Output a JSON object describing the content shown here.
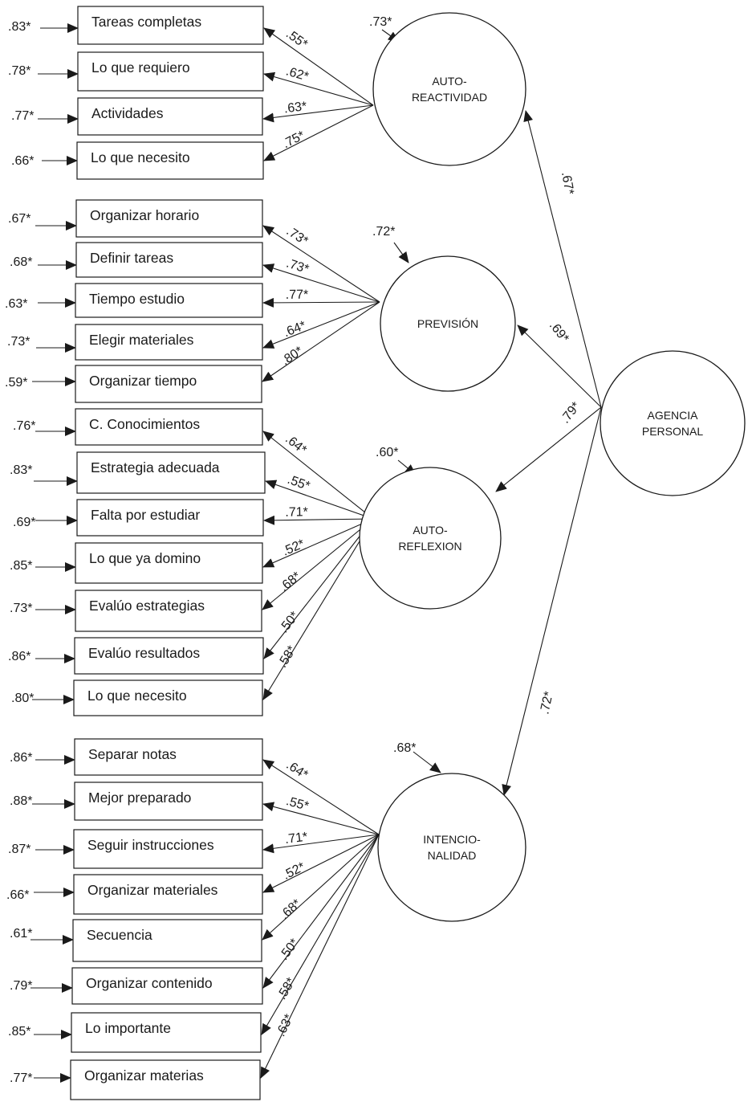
{
  "figure": {
    "type": "structural-equation-model",
    "latent_root": {
      "id": "agencia",
      "label_lines": [
        "AGENCIA",
        "PERSONAL"
      ]
    },
    "factors": [
      {
        "id": "autoreactividad",
        "label_lines": [
          "AUTO-",
          "REACTIVIDAD"
        ],
        "residual": ".73*",
        "path_from_root": ".67*",
        "indicators": [
          {
            "label": "Tareas completas",
            "error": ".83*",
            "loading": ".55*"
          },
          {
            "label": "Lo que requiero",
            "error": ".78*",
            "loading": ".62*"
          },
          {
            "label": "Actividades",
            "error": ".77*",
            "loading": ".63*"
          },
          {
            "label": "Lo que necesito",
            "error": ".66*",
            "loading": ".75*"
          }
        ]
      },
      {
        "id": "prevision",
        "label_lines": [
          "PREVISIÓN"
        ],
        "residual": ".72*",
        "path_from_root": ".69*",
        "indicators": [
          {
            "label": "Organizar horario",
            "error": ".67*",
            "loading": ".73*"
          },
          {
            "label": "Definir tareas",
            "error": ".68*",
            "loading": ".73*"
          },
          {
            "label": "Tiempo estudio",
            "error": ".63*",
            "loading": ".77*"
          },
          {
            "label": "Elegir materiales",
            "error": ".73*",
            "loading": ".64*"
          },
          {
            "label": "Organizar tiempo",
            "error": ".59*",
            "loading": ".80*"
          }
        ]
      },
      {
        "id": "autoreflexion",
        "label_lines": [
          "AUTO-",
          "REFLEXION"
        ],
        "residual": ".60*",
        "path_from_root": ".79*",
        "indicators": [
          {
            "label": "C. Conocimientos",
            "error": ".76*",
            "loading": ".64*"
          },
          {
            "label": "Estrategia adecuada",
            "error": ".83*",
            "loading": ".55*"
          },
          {
            "label": "Falta por estudiar",
            "error": ".69*",
            "loading": ".71*"
          },
          {
            "label": "Lo que ya domino",
            "error": ".85*",
            "loading": ".52*"
          },
          {
            "label": "Evalúo estrategias",
            "error": ".73*",
            "loading": ".68*"
          },
          {
            "label": "Evalúo resultados",
            "error": ".86*",
            "loading": ".50*"
          },
          {
            "label": "Lo que necesito",
            "error": ".80*",
            "loading": ".58*"
          }
        ]
      },
      {
        "id": "intencionalidad",
        "label_lines": [
          "INTENCIO-",
          "NALIDAD"
        ],
        "residual": ".68*",
        "path_from_root": ".72*",
        "indicators": [
          {
            "label": "Separar notas",
            "error": ".86*",
            "loading": ".64*"
          },
          {
            "label": "Mejor preparado",
            "error": ".88*",
            "loading": ".55*"
          },
          {
            "label": "Seguir instrucciones",
            "error": ".87*",
            "loading": ".71*"
          },
          {
            "label": "Organizar materiales",
            "error": ".66*",
            "loading": ".52*"
          },
          {
            "label": "Secuencia",
            "error": ".61*",
            "loading": ".68*"
          },
          {
            "label": "Organizar contenido",
            "error": ".79*",
            "loading": ".50*"
          },
          {
            "label": "Lo importante",
            "error": ".85*",
            "loading": ".58*"
          },
          {
            "label": "Organizar materias",
            "error": ".77*",
            "loading": ".63*"
          }
        ]
      }
    ]
  }
}
